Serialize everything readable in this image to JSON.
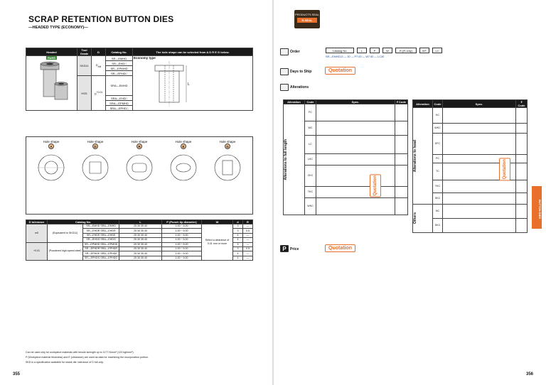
{
  "header": {
    "title": "SCRAP RETENTION BUTTON DIES",
    "subtitle": "—HEADED TYPE (ECONOMY)—",
    "logo_top": "PRODUCTS SEAL",
    "logo_bottom": "R-SEAL"
  },
  "top_table": {
    "headers": [
      "Headed",
      "Tool Grade",
      "D",
      "Catalog No.",
      "The hole shape can be selected from A D R E G below."
    ],
    "rows": [
      [
        "SR—EMHD"
      ],
      [
        "SR—EHD□"
      ],
      [
        "SR—EPMHD"
      ],
      [
        "SR—EPHD□"
      ],
      [
        "SRA—EMHD"
      ],
      [
        "SRA—EHD□"
      ],
      [
        "SRA—EPMHD"
      ],
      [
        "SRA—EPHD□"
      ]
    ],
    "economy_label": "Economy type",
    "rohs": "RoHS"
  },
  "holes": [
    {
      "letter": "A",
      "label": "Hole shape"
    },
    {
      "letter": "D",
      "label": "Hole shape"
    },
    {
      "letter": "R",
      "label": "Hole shape"
    },
    {
      "letter": "E",
      "label": "Hole shape"
    },
    {
      "letter": "G",
      "label": "Hole shape"
    }
  ],
  "main_table": {
    "headers": [
      "D tolerance",
      "Catalog No.",
      "Type",
      "L",
      "P (Punch tip diameter)",
      "W",
      "d",
      "R"
    ],
    "type_a": "(Equivalent to SKD11)",
    "type_b": "(Powdered high-speed steel)",
    "tol_note": "Select a clearance of 0.01 mm or more",
    "rows": [
      [
        "SR—EMHD",
        "SRA—EMHD"
      ],
      [
        "SR—EHDR",
        "SRA—EHDR"
      ],
      [
        "SR—EHDE",
        "SRA—EHDE"
      ],
      [
        "SR—EHDG",
        "SRA—EHDG"
      ],
      [
        "SR—EPMHD",
        "SRA—EPMHD"
      ],
      [
        "SR—EPHDR",
        "SRA—EPHDR"
      ],
      [
        "SR—EPHDE",
        "SRA—EPHDE"
      ],
      [
        "SR—EPHDG",
        "SRA—EPHDG"
      ]
    ]
  },
  "notes": [
    "Can be used only for workpiece materials with tensile strength up to 1177 N/mm² (120 kgf/mm²).",
    "P (Workpiece material thickness) and E (clearance) are used as data for machining the incorporation portion.",
    "SKD is a specification available for shank die: tolerance of D full only."
  ],
  "page_numbers": {
    "left": "355",
    "right": "356"
  },
  "right": {
    "order_label": "Order",
    "order_boxes": [
      "Catalog No.",
      "L",
      "P",
      "W",
      "R (R only)",
      "WT",
      "LC"
    ],
    "order_example": "SR—EMHD13 — 30 — P7.00 — W7.50 — LC30",
    "days_label": "Days to Ship",
    "quotation": "Quotation",
    "alterations_label": "Alterations",
    "alt_headers": [
      "Alteration",
      "Code",
      "Spec.",
      "ℓ Code"
    ],
    "alt_left_group": "Alterations to full length",
    "alt_head_group": "Alterations to head",
    "alt_others_group": "Others",
    "alt_left_codes": [
      "FC",
      "WC",
      "LC",
      "LKC",
      "CKC",
      "TKC",
      "WKC"
    ],
    "alt_right_codes": [
      "KC",
      "WKC",
      "KFC",
      "PC",
      "TC",
      "TKC",
      "SKC",
      "NC",
      "DKC"
    ],
    "price_label": "Price",
    "side_tab": "BUTTON DIES"
  }
}
